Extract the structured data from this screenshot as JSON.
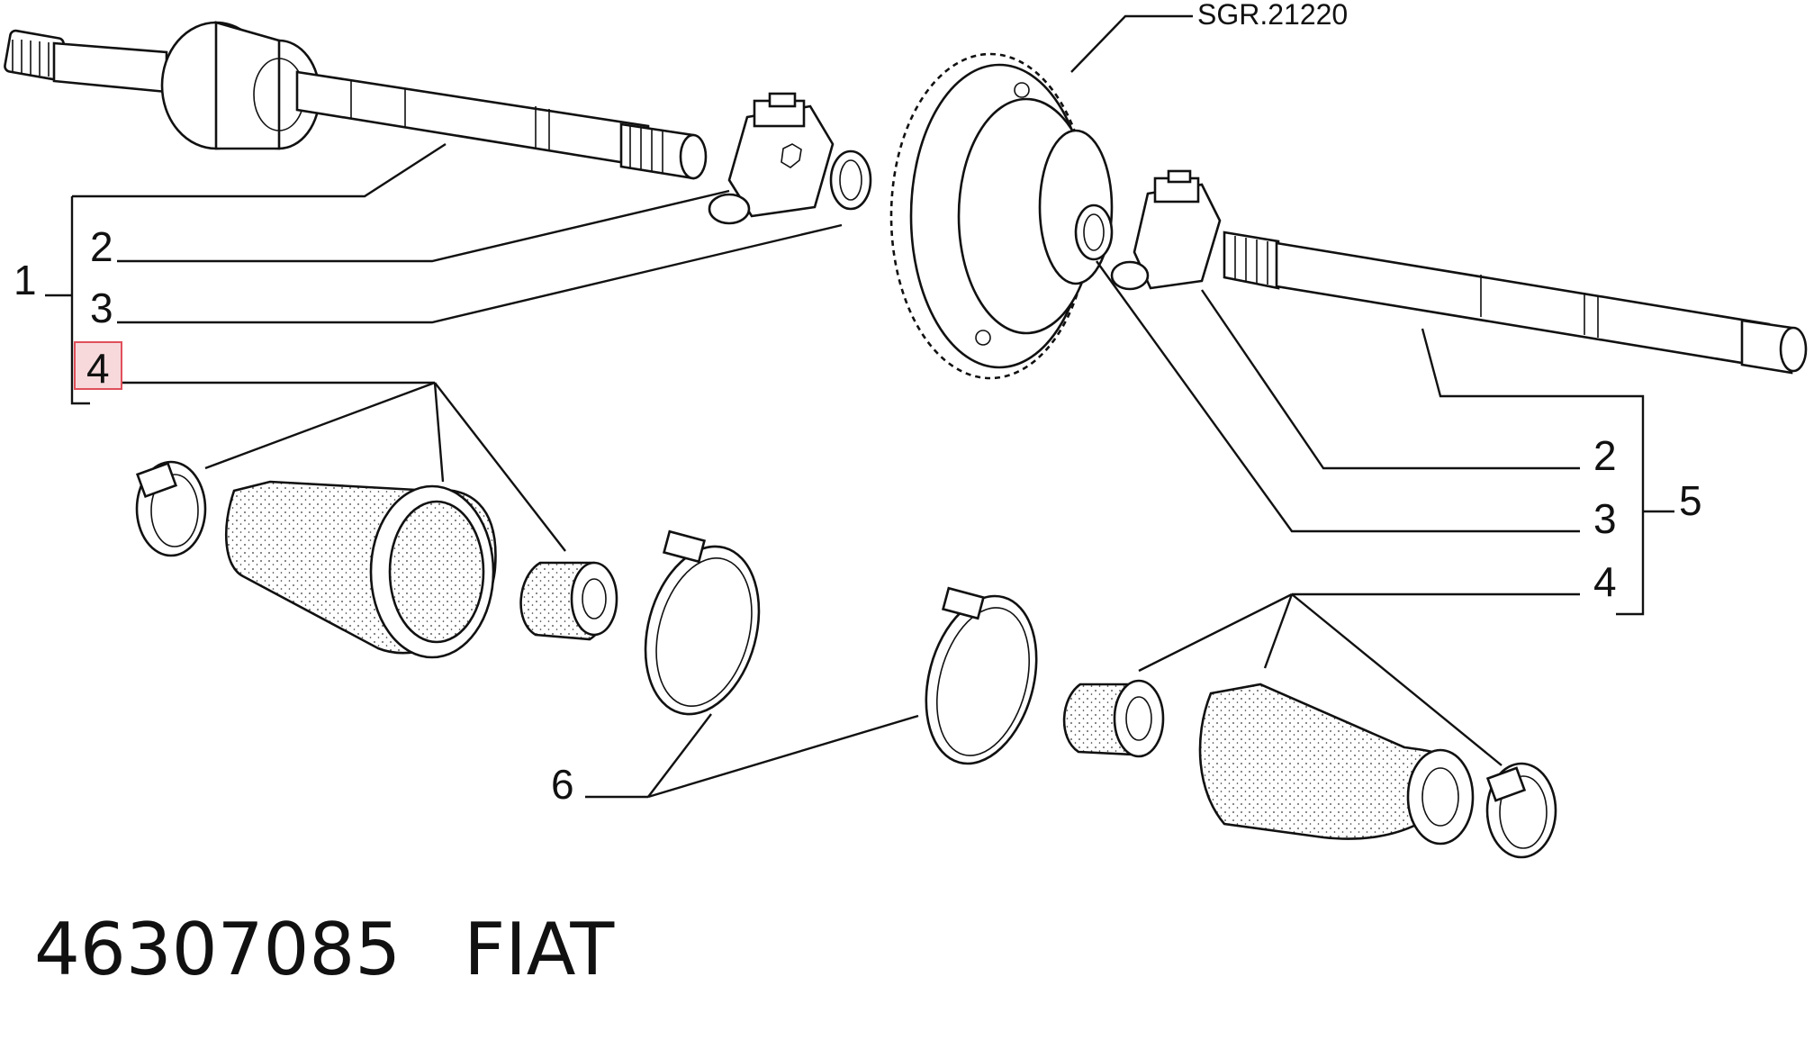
{
  "diagram": {
    "callouts": {
      "left_group": "1",
      "left_item_2": "2",
      "left_item_3": "3",
      "left_item_4": "4",
      "right_group": "5",
      "right_item_2": "2",
      "right_item_3": "3",
      "right_item_4": "4",
      "clamps": "6"
    },
    "gear_reference": "SGR.21220",
    "highlighted_callout": "4",
    "highlight_color": "#e0505a"
  },
  "caption": {
    "part_number": "46307085",
    "brand": "FIAT"
  }
}
